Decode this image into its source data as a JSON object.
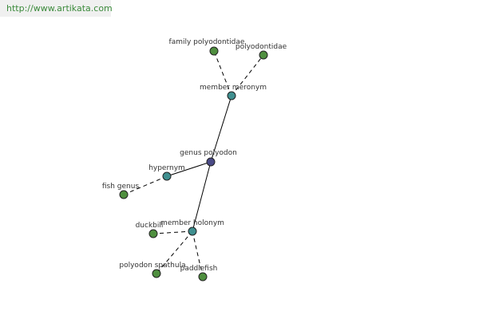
{
  "header": {
    "url": "http://www.artikata.com"
  },
  "graph": {
    "center": {
      "label": "genus polyodon",
      "color": "#4a4a86"
    },
    "relations": [
      {
        "id": "meronym",
        "label": "member meronym",
        "color": "#3f8f8f"
      },
      {
        "id": "hypernym",
        "label": "hypernym",
        "color": "#3f8f8f"
      },
      {
        "id": "holonym",
        "label": "member holonym",
        "color": "#3f8f8f"
      }
    ],
    "leaves": [
      {
        "label": "family polyodontidae",
        "relation": "meronym",
        "color": "#4f8f3f"
      },
      {
        "label": "polyodontidae",
        "relation": "meronym",
        "color": "#4f8f3f"
      },
      {
        "label": "fish genus",
        "relation": "hypernym",
        "color": "#4f8f3f"
      },
      {
        "label": "duckbill",
        "relation": "holonym",
        "color": "#4f8f3f"
      },
      {
        "label": "polyodon spathula",
        "relation": "holonym",
        "color": "#4f8f3f"
      },
      {
        "label": "paddlefish",
        "relation": "holonym",
        "color": "#4f8f3f"
      }
    ]
  }
}
